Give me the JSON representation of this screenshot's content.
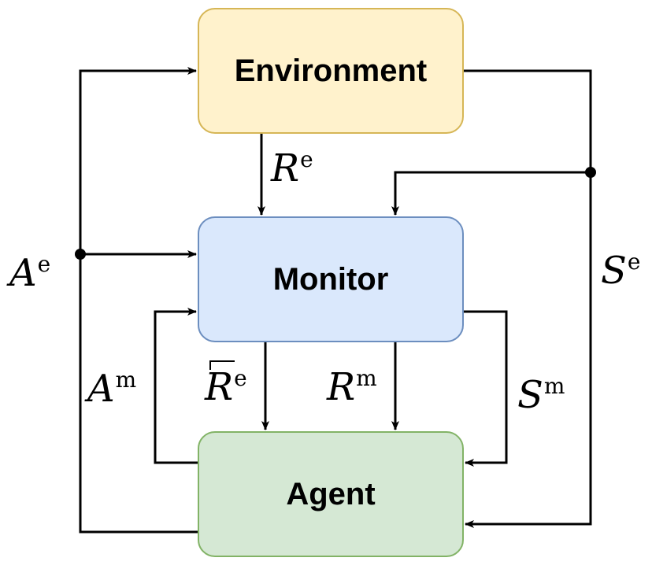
{
  "colors": {
    "environment_fill": "#fff2cc",
    "environment_stroke": "#d6b656",
    "monitor_fill": "#dae8fc",
    "monitor_stroke": "#6c8ebf",
    "agent_fill": "#d5e8d4",
    "agent_stroke": "#82b366",
    "wire": "#000000"
  },
  "nodes": {
    "environment": "Environment",
    "monitor": "Monitor",
    "agent": "Agent"
  },
  "labels": {
    "R_e": {
      "base": "R",
      "sup": "e"
    },
    "A_e": {
      "base": "A",
      "sup": "e"
    },
    "S_e": {
      "base": "S",
      "sup": "e"
    },
    "A_m": {
      "base": "A",
      "sup": "m"
    },
    "Rhat_e": {
      "base": "R",
      "sup": "e"
    },
    "R_m": {
      "base": "R",
      "sup": "m"
    },
    "S_m": {
      "base": "S",
      "sup": "m"
    }
  }
}
